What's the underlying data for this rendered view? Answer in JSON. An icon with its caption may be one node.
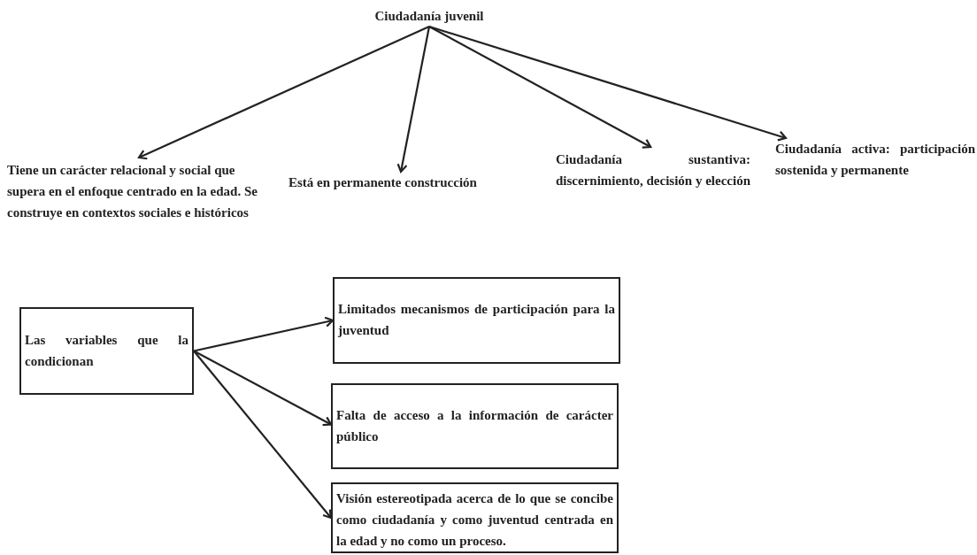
{
  "diagram": {
    "nodes": [
      {
        "text": [
          "Ciudadanía juvenil"
        ]
      },
      {
        "text": [
          "Tiene un carácter relacional y social que supera en el enfoque centrado en la edad. Se construye en contextos sociales e históricos"
        ]
      },
      {
        "text": [
          "Está en permanente construcción"
        ]
      },
      {
        "text": [
          "Ciudadanía sustantiva: discernimiento, decisión y elección"
        ]
      },
      {
        "text": [
          "Ciudadanía activa: participación sostenida y permanente"
        ]
      },
      {
        "text": [
          "Las variables que la condicionan"
        ]
      },
      {
        "text": [
          "Limitados mecanismos de participación para la juventud"
        ]
      },
      {
        "text": [
          "Falta de acceso a la información de carácter público"
        ]
      },
      {
        "text": [
          "Visión estereotipada acerca de lo que se concibe como ciudadanía y como juventud centrada en la edad y no como un proceso."
        ]
      }
    ],
    "edges": [
      {
        "from": 0,
        "to": 1,
        "arrow": "to"
      },
      {
        "from": 0,
        "to": 2,
        "arrow": "to"
      },
      {
        "from": 0,
        "to": 3,
        "arrow": "to"
      },
      {
        "from": 0,
        "to": 4,
        "arrow": "to"
      },
      {
        "from": 5,
        "to": 6,
        "arrow": "to"
      },
      {
        "from": 5,
        "to": 7,
        "arrow": "to"
      },
      {
        "from": 5,
        "to": 8,
        "arrow": "to"
      }
    ]
  }
}
